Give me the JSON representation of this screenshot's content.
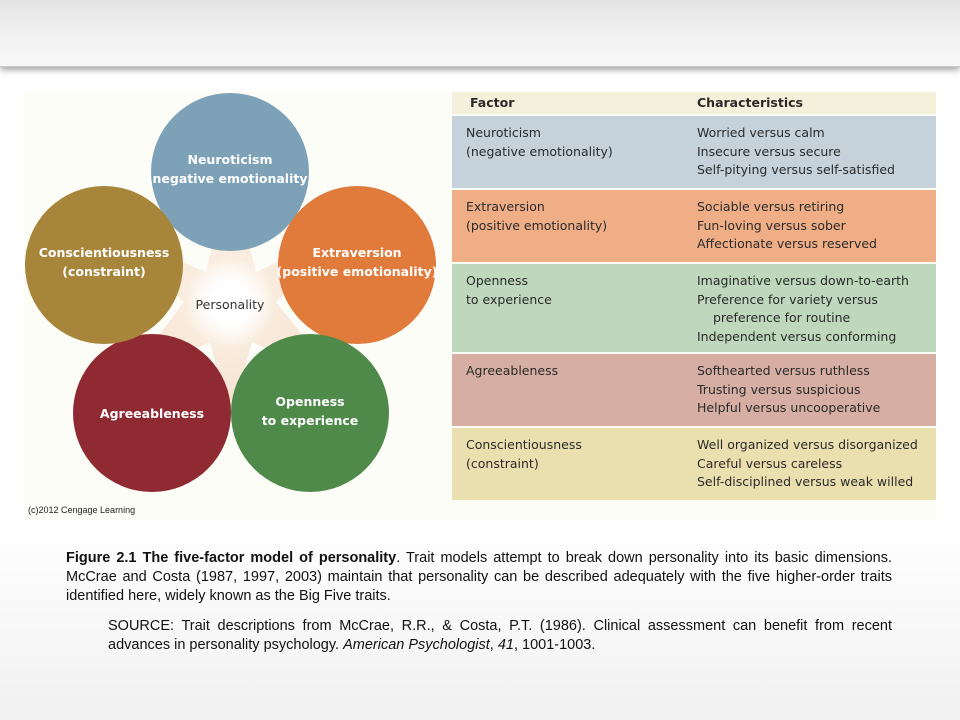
{
  "colors": {
    "neuroticism": "#7da2b7",
    "extraversion": "#e07b3c",
    "openness": "#4f8a4a",
    "agreeableness": "#8f2a33",
    "conscientiousness": "#a7853b",
    "row_neuroticism": "#c5d2db",
    "row_extraversion": "#efae86",
    "row_openness": "#bfd7bd",
    "row_agreeableness": "#d6aea3",
    "row_conscientiousness": "#eadfae"
  },
  "diagram": {
    "center": "Personality",
    "neuroticism": [
      "Neuroticism",
      "(negative emotionality)"
    ],
    "extraversion": [
      "Extraversion",
      "(positive emotionality)"
    ],
    "openness": [
      "Openness",
      "to experience"
    ],
    "agreeableness": [
      "Agreeableness"
    ],
    "conscientiousness": [
      "Conscientiousness",
      "(constraint)"
    ]
  },
  "copyright": "(c)2012 Cengage Learning",
  "table": {
    "header_factor": "Factor",
    "header_characteristics": "Characteristics",
    "rows": [
      {
        "factor": [
          "Neuroticism",
          "(negative emotionality)"
        ],
        "chars": [
          "Worried versus calm",
          "Insecure versus secure",
          "Self-pitying versus self-satisfied"
        ]
      },
      {
        "factor": [
          "Extraversion",
          "(positive emotionality)"
        ],
        "chars": [
          "Sociable versus retiring",
          "Fun-loving versus sober",
          "Affectionate versus reserved"
        ]
      },
      {
        "factor": [
          "Openness",
          "to experience"
        ],
        "chars": [
          "Imaginative versus down-to-earth",
          "Preference for variety versus",
          "preference for routine",
          "Independent versus conforming"
        ]
      },
      {
        "factor": [
          "Agreeableness"
        ],
        "chars": [
          "Softhearted versus ruthless",
          "Trusting versus suspicious",
          "Helpful versus uncooperative"
        ]
      },
      {
        "factor": [
          "Conscientiousness",
          "(constraint)"
        ],
        "chars": [
          "Well organized versus disorganized",
          "Careful versus careless",
          "Self-disciplined versus weak willed"
        ]
      }
    ]
  },
  "caption": {
    "label": "Figure 2.1  The five-factor model of personality",
    "text": ". Trait models attempt to break down personality into its basic dimensions. McCrae and Costa (1987, 1997, 2003) maintain that personality can be described adequately with the five higher-order traits identified here, widely known as the Big Five traits."
  },
  "source": {
    "prefix": "SOURCE: Trait descriptions from McCrae, R.R., & Costa, P.T. (1986). Clinical assessment can benefit from recent advances in personality psychology. ",
    "journal": "American Psychologist",
    "sep": ", ",
    "volume": "41",
    "pages": ", 1001-1003."
  }
}
